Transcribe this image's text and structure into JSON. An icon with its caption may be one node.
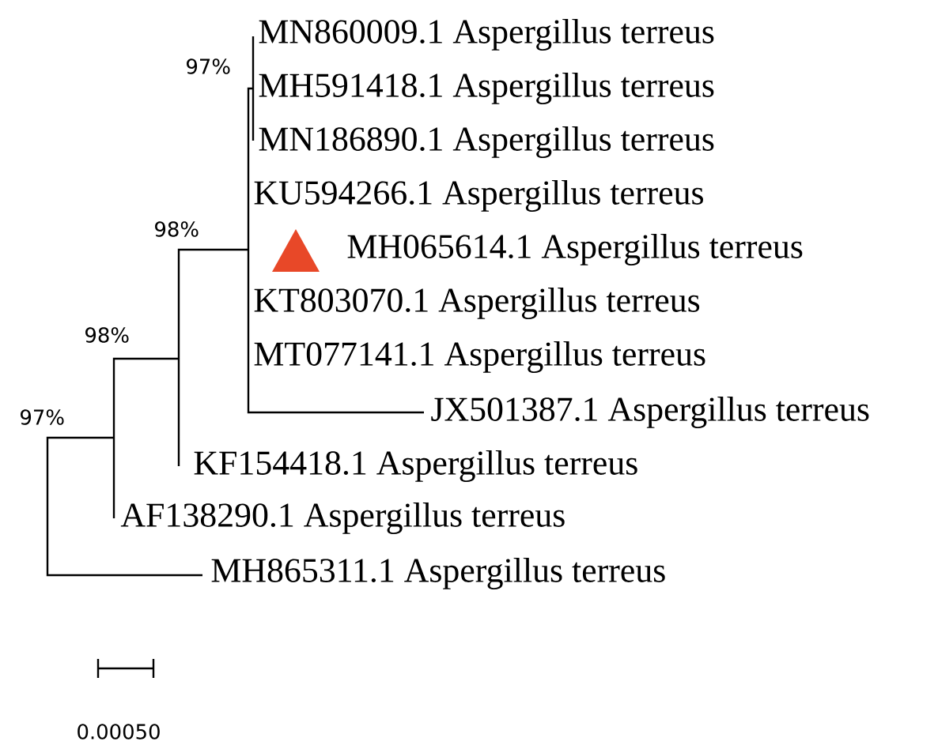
{
  "diagram": {
    "labels": [
      "97%",
      "MN860009.1 Aspergillus terreus",
      "MH591418.1 Aspergillus terreus",
      "MN186890.1 Aspergillus terreus",
      "KU594266.1 Aspergillus terreus",
      "98%",
      "MH065614.1 Aspergillus terreus",
      "KT803070.1 Aspergillus terreus",
      "98%",
      "MT077141.1 Aspergillus terreus",
      "97%",
      "JX501387.1 Aspergillus terreus",
      "KF154418.1 Aspergillus terreus",
      "AF138290.1 Aspergillus terreus",
      "MH865311.1 Aspergillus terreus",
      "0.00050"
    ]
  }
}
